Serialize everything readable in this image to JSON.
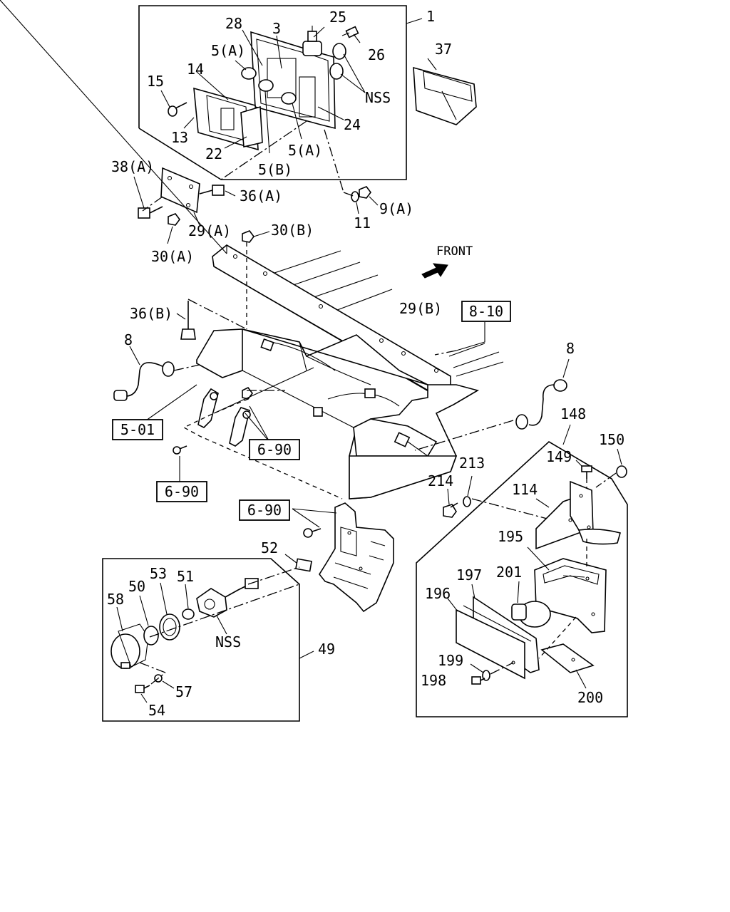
{
  "front_label": "FRONT",
  "labels": {
    "n1": "1",
    "n3": "3",
    "n25": "25",
    "n28": "28",
    "n26": "26",
    "n5a1": "5(A)",
    "n5a2": "5(A)",
    "n14": "14",
    "n15": "15",
    "n13": "13",
    "n22": "22",
    "n5b": "5(B)",
    "n24": "24",
    "nss1": "NSS",
    "n37": "37",
    "n38a": "38(A)",
    "n36a": "36(A)",
    "n29a": "29(A)",
    "n30a": "30(A)",
    "n30b": "30(B)",
    "n9a": "9(A)",
    "n11": "11",
    "n36b": "36(B)",
    "n29b": "29(B)",
    "n8a": "8",
    "n8b": "8",
    "n148": "148",
    "n149": "149",
    "n150": "150",
    "n213": "213",
    "n214": "214",
    "n114": "114",
    "n195": "195",
    "n197": "197",
    "n201": "201",
    "n196": "196",
    "n199": "199",
    "n198": "198",
    "n200": "200",
    "n52": "52",
    "n53": "53",
    "n51": "51",
    "n50": "50",
    "n58": "58",
    "nss2": "NSS",
    "n49": "49",
    "n57": "57",
    "n54": "54"
  },
  "ref_boxes": {
    "r810": "8-10",
    "r501": "5-01",
    "r690a": "6-90",
    "r690b": "6-90",
    "r690c": "6-90"
  }
}
